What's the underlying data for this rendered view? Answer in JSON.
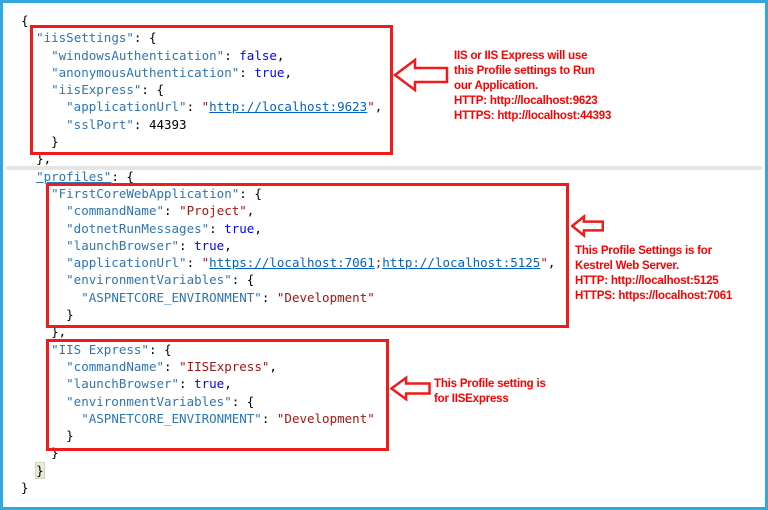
{
  "window": {
    "kind": "json-editor-screenshot",
    "file_type": "launchSettings.json"
  },
  "colors": {
    "frame": "#35A7DF",
    "box": "#EE1C1C",
    "annotation": "#FF0000",
    "key": "#2E75B6",
    "string": "#A31515",
    "keyword": "#0000FF",
    "number": "#000000",
    "punct": "#000000",
    "link": "#0563C1"
  },
  "code": {
    "lines": [
      {
        "indent": 0,
        "tokens": [
          {
            "t": "{",
            "c": "punct"
          }
        ]
      },
      {
        "indent": 1,
        "tokens": [
          {
            "t": "\"iisSettings\"",
            "c": "key"
          },
          {
            "t": ": {",
            "c": "punct"
          }
        ]
      },
      {
        "indent": 2,
        "tokens": [
          {
            "t": "\"windowsAuthentication\"",
            "c": "key"
          },
          {
            "t": ": ",
            "c": "punct"
          },
          {
            "t": "false",
            "c": "kw"
          },
          {
            "t": ",",
            "c": "punct"
          }
        ]
      },
      {
        "indent": 2,
        "tokens": [
          {
            "t": "\"anonymousAuthentication\"",
            "c": "key"
          },
          {
            "t": ": ",
            "c": "punct"
          },
          {
            "t": "true",
            "c": "kw"
          },
          {
            "t": ",",
            "c": "punct"
          }
        ]
      },
      {
        "indent": 2,
        "tokens": [
          {
            "t": "\"iisExpress\"",
            "c": "key"
          },
          {
            "t": ": {",
            "c": "punct"
          }
        ]
      },
      {
        "indent": 3,
        "tokens": [
          {
            "t": "\"applicationUrl\"",
            "c": "key"
          },
          {
            "t": ": ",
            "c": "punct"
          },
          {
            "t": "\"",
            "c": "str"
          },
          {
            "t": "http://localhost:9623",
            "c": "link"
          },
          {
            "t": "\"",
            "c": "str"
          },
          {
            "t": ",",
            "c": "punct"
          }
        ]
      },
      {
        "indent": 3,
        "tokens": [
          {
            "t": "\"sslPort\"",
            "c": "key"
          },
          {
            "t": ": ",
            "c": "punct"
          },
          {
            "t": "44393",
            "c": "num"
          }
        ]
      },
      {
        "indent": 2,
        "tokens": [
          {
            "t": "}",
            "c": "punct"
          }
        ]
      },
      {
        "indent": 1,
        "tokens": [
          {
            "t": "},",
            "c": "punct"
          }
        ]
      },
      {
        "indent": 1,
        "tokens": [
          {
            "t": "\"profiles\"",
            "c": "key",
            "u": true
          },
          {
            "t": ": {",
            "c": "punct"
          }
        ]
      },
      {
        "indent": 2,
        "tokens": [
          {
            "t": "\"FirstCoreWebApplication\"",
            "c": "key"
          },
          {
            "t": ": {",
            "c": "punct"
          }
        ]
      },
      {
        "indent": 3,
        "tokens": [
          {
            "t": "\"commandName\"",
            "c": "key"
          },
          {
            "t": ": ",
            "c": "punct"
          },
          {
            "t": "\"Project\"",
            "c": "str"
          },
          {
            "t": ",",
            "c": "punct"
          }
        ]
      },
      {
        "indent": 3,
        "tokens": [
          {
            "t": "\"dotnetRunMessages\"",
            "c": "key"
          },
          {
            "t": ": ",
            "c": "punct"
          },
          {
            "t": "true",
            "c": "kw"
          },
          {
            "t": ",",
            "c": "punct"
          }
        ]
      },
      {
        "indent": 3,
        "tokens": [
          {
            "t": "\"launchBrowser\"",
            "c": "key"
          },
          {
            "t": ": ",
            "c": "punct"
          },
          {
            "t": "true",
            "c": "kw"
          },
          {
            "t": ",",
            "c": "punct"
          }
        ]
      },
      {
        "indent": 3,
        "tokens": [
          {
            "t": "\"applicationUrl\"",
            "c": "key"
          },
          {
            "t": ": ",
            "c": "punct"
          },
          {
            "t": "\"",
            "c": "str"
          },
          {
            "t": "https://localhost:7061",
            "c": "link"
          },
          {
            "t": ";",
            "c": "str"
          },
          {
            "t": "http://localhost:5125",
            "c": "link"
          },
          {
            "t": "\"",
            "c": "str"
          },
          {
            "t": ",",
            "c": "punct"
          }
        ]
      },
      {
        "indent": 3,
        "tokens": [
          {
            "t": "\"environmentVariables\"",
            "c": "key"
          },
          {
            "t": ": {",
            "c": "punct"
          }
        ]
      },
      {
        "indent": 4,
        "tokens": [
          {
            "t": "\"ASPNETCORE_ENVIRONMENT\"",
            "c": "key"
          },
          {
            "t": ": ",
            "c": "punct"
          },
          {
            "t": "\"Development\"",
            "c": "str"
          }
        ]
      },
      {
        "indent": 3,
        "tokens": [
          {
            "t": "}",
            "c": "punct"
          }
        ]
      },
      {
        "indent": 2,
        "tokens": [
          {
            "t": "},",
            "c": "punct"
          }
        ]
      },
      {
        "indent": 2,
        "tokens": [
          {
            "t": "\"IIS Express\"",
            "c": "key"
          },
          {
            "t": ": {",
            "c": "punct"
          }
        ]
      },
      {
        "indent": 3,
        "tokens": [
          {
            "t": "\"commandName\"",
            "c": "key"
          },
          {
            "t": ": ",
            "c": "punct"
          },
          {
            "t": "\"IISExpress\"",
            "c": "str"
          },
          {
            "t": ",",
            "c": "punct"
          }
        ]
      },
      {
        "indent": 3,
        "tokens": [
          {
            "t": "\"launchBrowser\"",
            "c": "key"
          },
          {
            "t": ": ",
            "c": "punct"
          },
          {
            "t": "true",
            "c": "kw"
          },
          {
            "t": ",",
            "c": "punct"
          }
        ]
      },
      {
        "indent": 3,
        "tokens": [
          {
            "t": "\"environmentVariables\"",
            "c": "key"
          },
          {
            "t": ": {",
            "c": "punct"
          }
        ]
      },
      {
        "indent": 4,
        "tokens": [
          {
            "t": "\"ASPNETCORE_ENVIRONMENT\"",
            "c": "key"
          },
          {
            "t": ": ",
            "c": "punct"
          },
          {
            "t": "\"Development\"",
            "c": "str"
          }
        ]
      },
      {
        "indent": 3,
        "tokens": [
          {
            "t": "}",
            "c": "punct"
          }
        ]
      },
      {
        "indent": 2,
        "tokens": [
          {
            "t": "}",
            "c": "punct"
          }
        ]
      },
      {
        "indent": 1,
        "tokens": [
          {
            "t": "}",
            "c": "punct",
            "hl": true
          }
        ]
      },
      {
        "indent": 0,
        "tokens": [
          {
            "t": "}",
            "c": "punct"
          }
        ]
      }
    ]
  },
  "annotations": [
    {
      "id": "iis-note",
      "lines": [
        "IIS or IIS Express will use",
        "this Profile settings to Run",
        "our Application.",
        "HTTP: http://localhost:9623",
        "HTTPS: http://localhost:44393"
      ]
    },
    {
      "id": "kestrel-note",
      "lines": [
        "This Profile Settings is for",
        "Kestrel Web Server.",
        "HTTP: http://localhost:5125",
        "HTTPS: https://localhost:7061"
      ]
    },
    {
      "id": "iisexpress-note",
      "lines": [
        "This Profile setting is",
        "for IISExpress"
      ]
    }
  ]
}
